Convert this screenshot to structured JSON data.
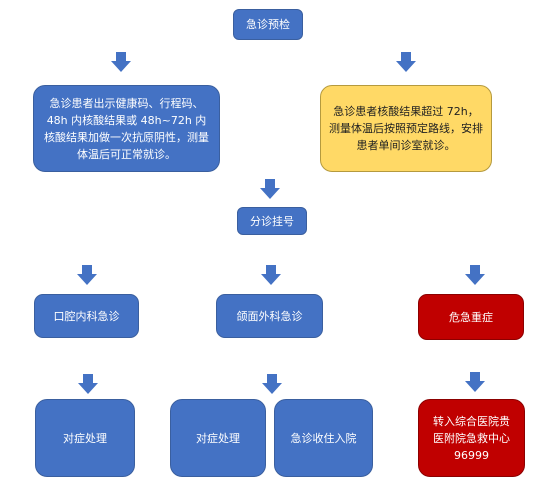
{
  "nodes": {
    "triage": "急诊预检",
    "normal_entry": "急诊患者出示健康码、行程码、48h 内核酸结果或 48h~72h 内核酸结果加做一次抗原阴性，测量体温后可正常就诊。",
    "over72h_entry": "急诊患者核酸结果超过 72h，测量体温后按照预定路线，安排患者单间诊室就诊。",
    "registration": "分诊挂号",
    "oral_medicine": "口腔内科急诊",
    "maxillofacial": "颌面外科急诊",
    "critical": "危急重症",
    "symptomatic_1": "对症处理",
    "symptomatic_2": "对症处理",
    "admission": "急诊收住入院",
    "transfer": "转入综合医院贵医附院急救中心 96999"
  },
  "colors": {
    "process": "#4472c4",
    "warning": "#ffd966",
    "critical": "#c00000",
    "arrow": "#4472c4"
  }
}
